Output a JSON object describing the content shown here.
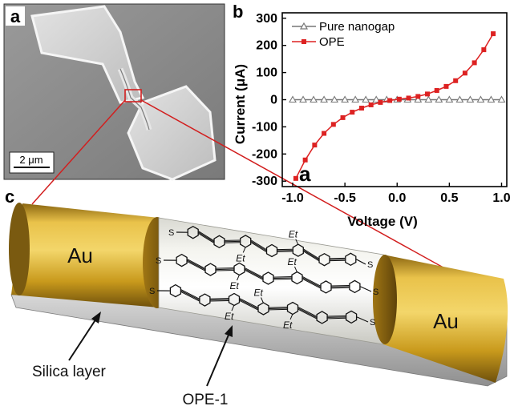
{
  "panels": {
    "a": "a",
    "b": "b",
    "c": "c"
  },
  "sem": {
    "scale_bar_label": "2 μm"
  },
  "chart_data": {
    "type": "line",
    "xlabel": "Voltage (V)",
    "ylabel": "Current (μA)",
    "xlim": [
      -1.1,
      1.05
    ],
    "ylim": [
      -320,
      320
    ],
    "xticks": [
      -1.0,
      -0.5,
      0.0,
      0.5,
      1.0
    ],
    "xtick_labels": [
      "-1.0",
      "-0.5",
      "0.0",
      "0.5",
      "1.0"
    ],
    "yticks": [
      -300,
      -200,
      -100,
      0,
      100,
      200,
      300
    ],
    "ytick_labels": [
      "-300",
      "-200",
      "-100",
      "0",
      "100",
      "200",
      "300"
    ],
    "inset_label": "a",
    "legend_position": "top-left",
    "series": [
      {
        "name": "Pure nanogap",
        "color": "#777777",
        "marker": "open-triangle",
        "x": [
          -1.0,
          -0.9,
          -0.8,
          -0.7,
          -0.6,
          -0.5,
          -0.4,
          -0.3,
          -0.2,
          -0.1,
          0.0,
          0.1,
          0.2,
          0.3,
          0.4,
          0.5,
          0.6,
          0.7,
          0.8,
          0.9,
          1.0
        ],
        "y": [
          0,
          0,
          0,
          0,
          0,
          0,
          0,
          0,
          0,
          0,
          0,
          0,
          0,
          0,
          0,
          0,
          0,
          0,
          0,
          0,
          0
        ]
      },
      {
        "name": "OPE",
        "color": "#dd2222",
        "marker": "filled-square",
        "x": [
          -0.97,
          -0.88,
          -0.79,
          -0.7,
          -0.61,
          -0.52,
          -0.43,
          -0.34,
          -0.25,
          -0.16,
          -0.07,
          0.02,
          0.11,
          0.2,
          0.29,
          0.38,
          0.47,
          0.56,
          0.65,
          0.74,
          0.83,
          0.92
        ],
        "y": [
          -290,
          -222,
          -167,
          -124,
          -91,
          -66,
          -46,
          -31,
          -19,
          -10,
          -3,
          2,
          6,
          12,
          21,
          34,
          49,
          70,
          98,
          136,
          184,
          243
        ]
      }
    ]
  },
  "diagram": {
    "electrode_left_label": "Au",
    "electrode_right_label": "Au",
    "substrate_label": "Silica layer",
    "molecule_label": "OPE-1",
    "end_group_label": "S",
    "substituent_label": "Et",
    "colors": {
      "gold": "#e3b22a",
      "gold_dark": "#8a6510",
      "silica": "#b5b5b5",
      "sem_gray": "#8c8c8c",
      "pointer_red": "#d21f1f"
    }
  }
}
